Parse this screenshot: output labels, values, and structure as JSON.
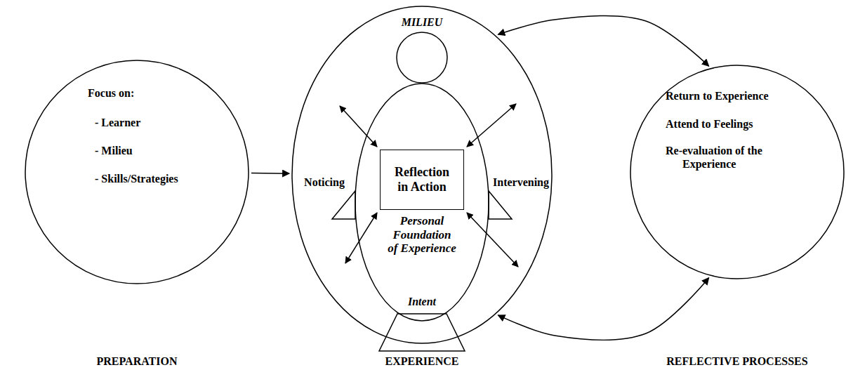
{
  "diagram": {
    "nodes": [
      {
        "text": [
          "Focus on:",
          "- Learner",
          "- Milieu",
          "- Skills/Strategies",
          "PREPARATION"
        ]
      },
      {
        "text": [
          "MILIEU",
          "EXPERIENCE"
        ]
      },
      {
        "text": [
          "Personal Foundation of Experience",
          "Intent"
        ],
        "in": 1
      },
      {
        "text": [
          "Reflection in Action"
        ],
        "in": 2
      },
      {
        "text": [
          "Return to Experience",
          "Attend to Feelings",
          "Re-evaluation of the Experience",
          "REFLECTIVE PROCESSES"
        ]
      }
    ],
    "edges": [
      {
        "from": 0,
        "to": 1,
        "arrow": "to"
      },
      {
        "from": 1,
        "to": 4,
        "arrow": "both"
      },
      {
        "from": 1,
        "to": 4,
        "arrow": "both"
      }
    ],
    "labels": [
      "Noticing",
      "Intervening"
    ]
  }
}
